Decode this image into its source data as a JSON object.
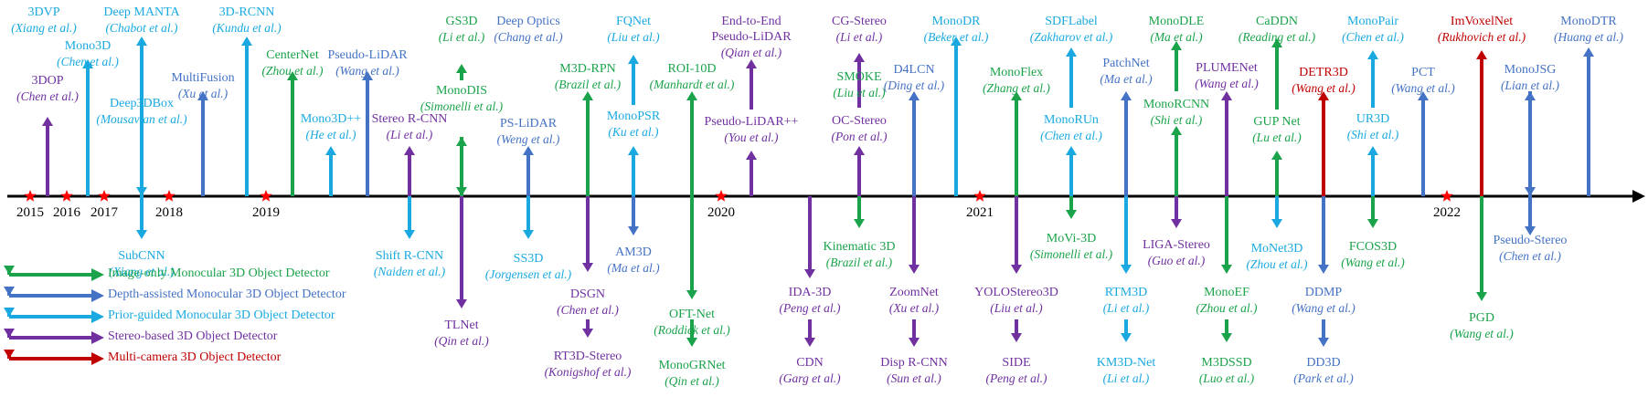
{
  "colors": {
    "image_only": "#1aa34a",
    "depth": "#4472c4",
    "prior": "#19a9e0",
    "stereo": "#7030a0",
    "multi": "#c00000",
    "axis": "#000000",
    "star": "#ff0000"
  },
  "years": [
    "2015",
    "2016",
    "2017",
    "2018",
    "2019",
    "2020",
    "2021",
    "2022"
  ],
  "legend": [
    {
      "label": "Image-only Monocular 3D Object Detector",
      "cat": "image_only"
    },
    {
      "label": "Depth-assisted Monocular 3D Object Detector",
      "cat": "depth"
    },
    {
      "label": "Prior-guided Monocular 3D Object Detector",
      "cat": "prior"
    },
    {
      "label": "Stereo-based 3D Object Detector",
      "cat": "stereo"
    },
    {
      "label": "Multi-camera 3D Object Detector",
      "cat": "multi"
    }
  ],
  "methods": [
    {
      "name": "3DVP",
      "authors": "Xiang et al.",
      "cat": "prior"
    },
    {
      "name": "3DOP",
      "authors": "Chen et al.",
      "cat": "stereo"
    },
    {
      "name": "Mono3D",
      "authors": "Chen et al.",
      "cat": "prior"
    },
    {
      "name": "Deep MANTA",
      "authors": "Chabot et al.",
      "cat": "prior"
    },
    {
      "name": "Deep3DBox",
      "authors": "Mousavian et al.",
      "cat": "prior"
    },
    {
      "name": "SubCNN",
      "authors": "Xiang et al.",
      "cat": "prior"
    },
    {
      "name": "MultiFusion",
      "authors": "Xu et al.",
      "cat": "depth"
    },
    {
      "name": "3D-RCNN",
      "authors": "Kundu et al.",
      "cat": "prior"
    },
    {
      "name": "CenterNet",
      "authors": "Zhou et al.",
      "cat": "image_only"
    },
    {
      "name": "Mono3D++",
      "authors": "He et al.",
      "cat": "prior"
    },
    {
      "name": "Pseudo-LiDAR",
      "authors": "Wang et al.",
      "cat": "depth"
    },
    {
      "name": "Stereo R-CNN",
      "authors": "Li et al.",
      "cat": "stereo"
    },
    {
      "name": "Shift R-CNN",
      "authors": "Naiden et al.",
      "cat": "prior"
    },
    {
      "name": "GS3D",
      "authors": "Li et al.",
      "cat": "image_only"
    },
    {
      "name": "MonoDIS",
      "authors": "Simonelli et al.",
      "cat": "image_only"
    },
    {
      "name": "TLNet",
      "authors": "Qin et al.",
      "cat": "stereo"
    },
    {
      "name": "Deep Optics",
      "authors": "Chang et al.",
      "cat": "depth"
    },
    {
      "name": "PS-LiDAR",
      "authors": "Weng et al.",
      "cat": "depth"
    },
    {
      "name": "SS3D",
      "authors": "Jorgensen et al.",
      "cat": "prior"
    },
    {
      "name": "M3D-RPN",
      "authors": "Brazil et al.",
      "cat": "image_only"
    },
    {
      "name": "DSGN",
      "authors": "Chen et al.",
      "cat": "stereo"
    },
    {
      "name": "RT3D-Stereo",
      "authors": "Konigshof et al.",
      "cat": "stereo"
    },
    {
      "name": "FQNet",
      "authors": "Liu et al.",
      "cat": "prior"
    },
    {
      "name": "MonoPSR",
      "authors": "Ku et al.",
      "cat": "prior"
    },
    {
      "name": "AM3D",
      "authors": "Ma et al.",
      "cat": "depth"
    },
    {
      "name": "ROI-10D",
      "authors": "Manhardt et al.",
      "cat": "image_only"
    },
    {
      "name": "OFT-Net",
      "authors": "Roddick et al.",
      "cat": "image_only"
    },
    {
      "name": "MonoGRNet",
      "authors": "Qin et al.",
      "cat": "image_only"
    },
    {
      "name": "End-to-End Pseudo-LiDAR",
      "authors": "Qian et al.",
      "cat": "stereo"
    },
    {
      "name": "Pseudo-LiDAR++",
      "authors": "You et al.",
      "cat": "stereo"
    },
    {
      "name": "IDA-3D",
      "authors": "Peng et al.",
      "cat": "stereo"
    },
    {
      "name": "CDN",
      "authors": "Garg et al.",
      "cat": "stereo"
    },
    {
      "name": "SMOKE",
      "authors": "Liu et al.",
      "cat": "image_only"
    },
    {
      "name": "CG-Stereo",
      "authors": "Li et al.",
      "cat": "stereo"
    },
    {
      "name": "OC-Stereo",
      "authors": "Pon et al.",
      "cat": "stereo"
    },
    {
      "name": "Kinematic 3D",
      "authors": "Brazil et al.",
      "cat": "image_only"
    },
    {
      "name": "D4LCN",
      "authors": "Ding et al.",
      "cat": "depth"
    },
    {
      "name": "ZoomNet",
      "authors": "Xu et al.",
      "cat": "stereo"
    },
    {
      "name": "Disp R-CNN",
      "authors": "Sun et al.",
      "cat": "stereo"
    },
    {
      "name": "MonoDR",
      "authors": "Beker et al.",
      "cat": "prior"
    },
    {
      "name": "MonoFlex",
      "authors": "Zhang et al.",
      "cat": "image_only"
    },
    {
      "name": "YOLOStereo3D",
      "authors": "Liu et al.",
      "cat": "stereo"
    },
    {
      "name": "SIDE",
      "authors": "Peng et al.",
      "cat": "stereo"
    },
    {
      "name": "SDFLabel",
      "authors": "Zakharov et al.",
      "cat": "prior"
    },
    {
      "name": "MonoRUn",
      "authors": "Chen et al.",
      "cat": "prior"
    },
    {
      "name": "MoVi-3D",
      "authors": "Simonelli et al.",
      "cat": "image_only"
    },
    {
      "name": "PatchNet",
      "authors": "Ma et al.",
      "cat": "depth"
    },
    {
      "name": "RTM3D",
      "authors": "Li et al.",
      "cat": "prior"
    },
    {
      "name": "KM3D-Net",
      "authors": "Li et al.",
      "cat": "prior"
    },
    {
      "name": "MonoDLE",
      "authors": "Ma et al.",
      "cat": "image_only"
    },
    {
      "name": "MonoRCNN",
      "authors": "Shi et al.",
      "cat": "image_only"
    },
    {
      "name": "LIGA-Stereo",
      "authors": "Guo et al.",
      "cat": "stereo"
    },
    {
      "name": "PLUMENet",
      "authors": "Wang et al.",
      "cat": "stereo"
    },
    {
      "name": "MonoEF",
      "authors": "Zhou et al.",
      "cat": "image_only"
    },
    {
      "name": "M3DSSD",
      "authors": "Luo et al.",
      "cat": "image_only"
    },
    {
      "name": "CaDDN",
      "authors": "Reading et al.",
      "cat": "image_only"
    },
    {
      "name": "GUP Net",
      "authors": "Lu et al.",
      "cat": "image_only"
    },
    {
      "name": "MoNet3D",
      "authors": "Zhou et al.",
      "cat": "prior"
    },
    {
      "name": "DETR3D",
      "authors": "Wang et al.",
      "cat": "multi"
    },
    {
      "name": "DDMP",
      "authors": "Wang et al.",
      "cat": "depth"
    },
    {
      "name": "DD3D",
      "authors": "Park et al.",
      "cat": "depth"
    },
    {
      "name": "MonoPair",
      "authors": "Chen et al.",
      "cat": "prior"
    },
    {
      "name": "UR3D",
      "authors": "Shi et al.",
      "cat": "prior"
    },
    {
      "name": "FCOS3D",
      "authors": "Wang et al.",
      "cat": "image_only"
    },
    {
      "name": "PCT",
      "authors": "Wang et al.",
      "cat": "depth"
    },
    {
      "name": "ImVoxelNet",
      "authors": "Rukhovich et al.",
      "cat": "multi"
    },
    {
      "name": "PGD",
      "authors": "Wang et al.",
      "cat": "image_only"
    },
    {
      "name": "MonoJSG",
      "authors": "Lian et al.",
      "cat": "depth"
    },
    {
      "name": "Pseudo-Stereo",
      "authors": "Chen et al.",
      "cat": "depth"
    },
    {
      "name": "MonoDTR",
      "authors": "Huang et al.",
      "cat": "depth"
    }
  ]
}
